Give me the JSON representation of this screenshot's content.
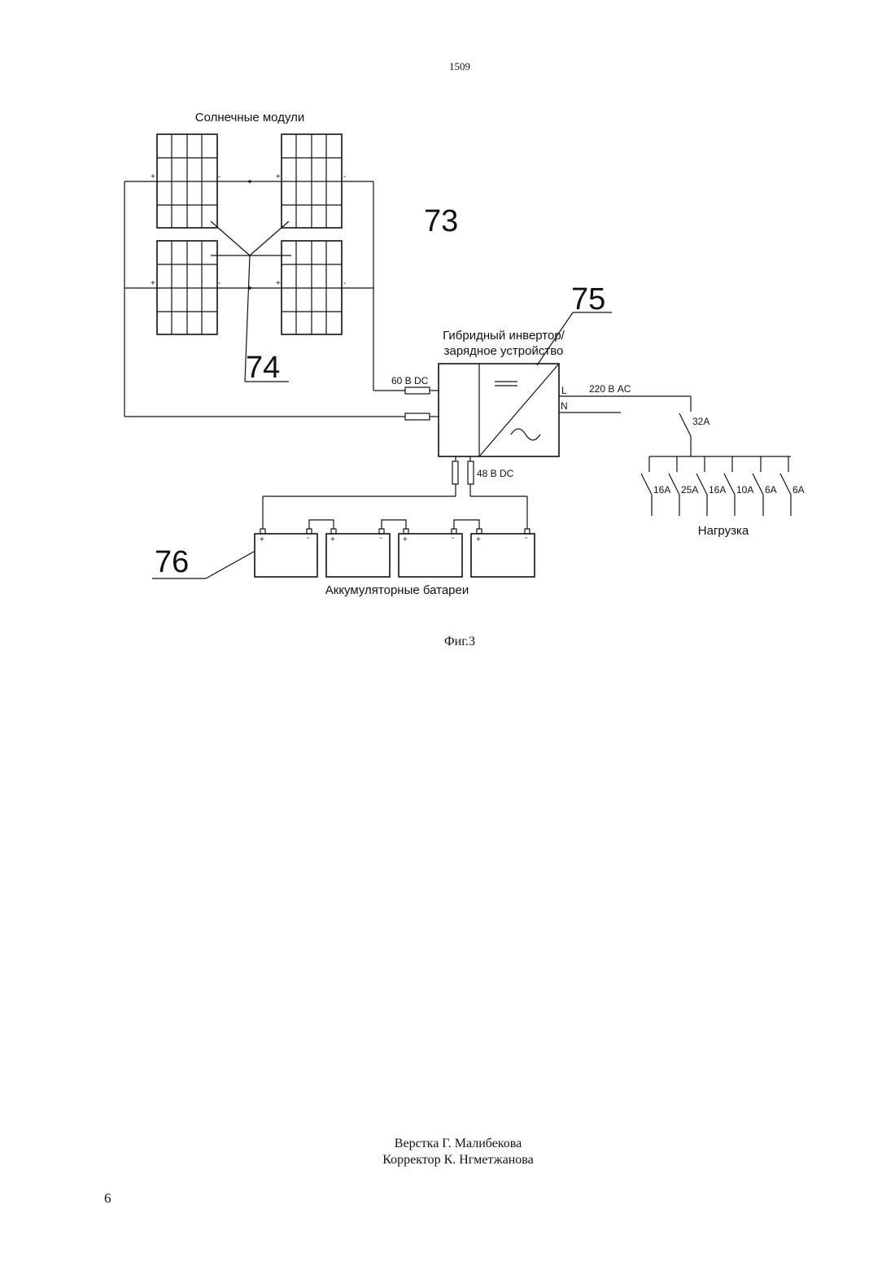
{
  "page": {
    "doc_number": "1509",
    "page_number": "6"
  },
  "figure": {
    "caption": "Фиг.3",
    "solar_modules_label": "Солнечные модули",
    "ref_73": "73",
    "ref_74": "74",
    "ref_75": "75",
    "ref_76": "76",
    "inverter_label_line1": "Гибридный инвертор/",
    "inverter_label_line2": "зарядное устройство",
    "pv_voltage": "60 В DC",
    "battery_voltage": "48 В DC",
    "ac_voltage": "220 В AC",
    "terminal_l": "L",
    "terminal_n": "N",
    "main_breaker": "32A",
    "load_breakers": [
      "16A",
      "25A",
      "16A",
      "10A",
      "6A",
      "6A"
    ],
    "load_label": "Нагрузка",
    "batteries_label": "Аккумуляторные батареи",
    "plus_sign": "+",
    "minus_sign": "-",
    "icons": [
      "solar-panel-icon",
      "fuse-icon",
      "switch-icon",
      "battery-icon",
      "dc-symbol-icon",
      "ac-symbol-icon"
    ]
  },
  "credits": {
    "layout": "Верстка Г. Малибекова",
    "corrector": "Корректор К. Нгметжанова"
  }
}
